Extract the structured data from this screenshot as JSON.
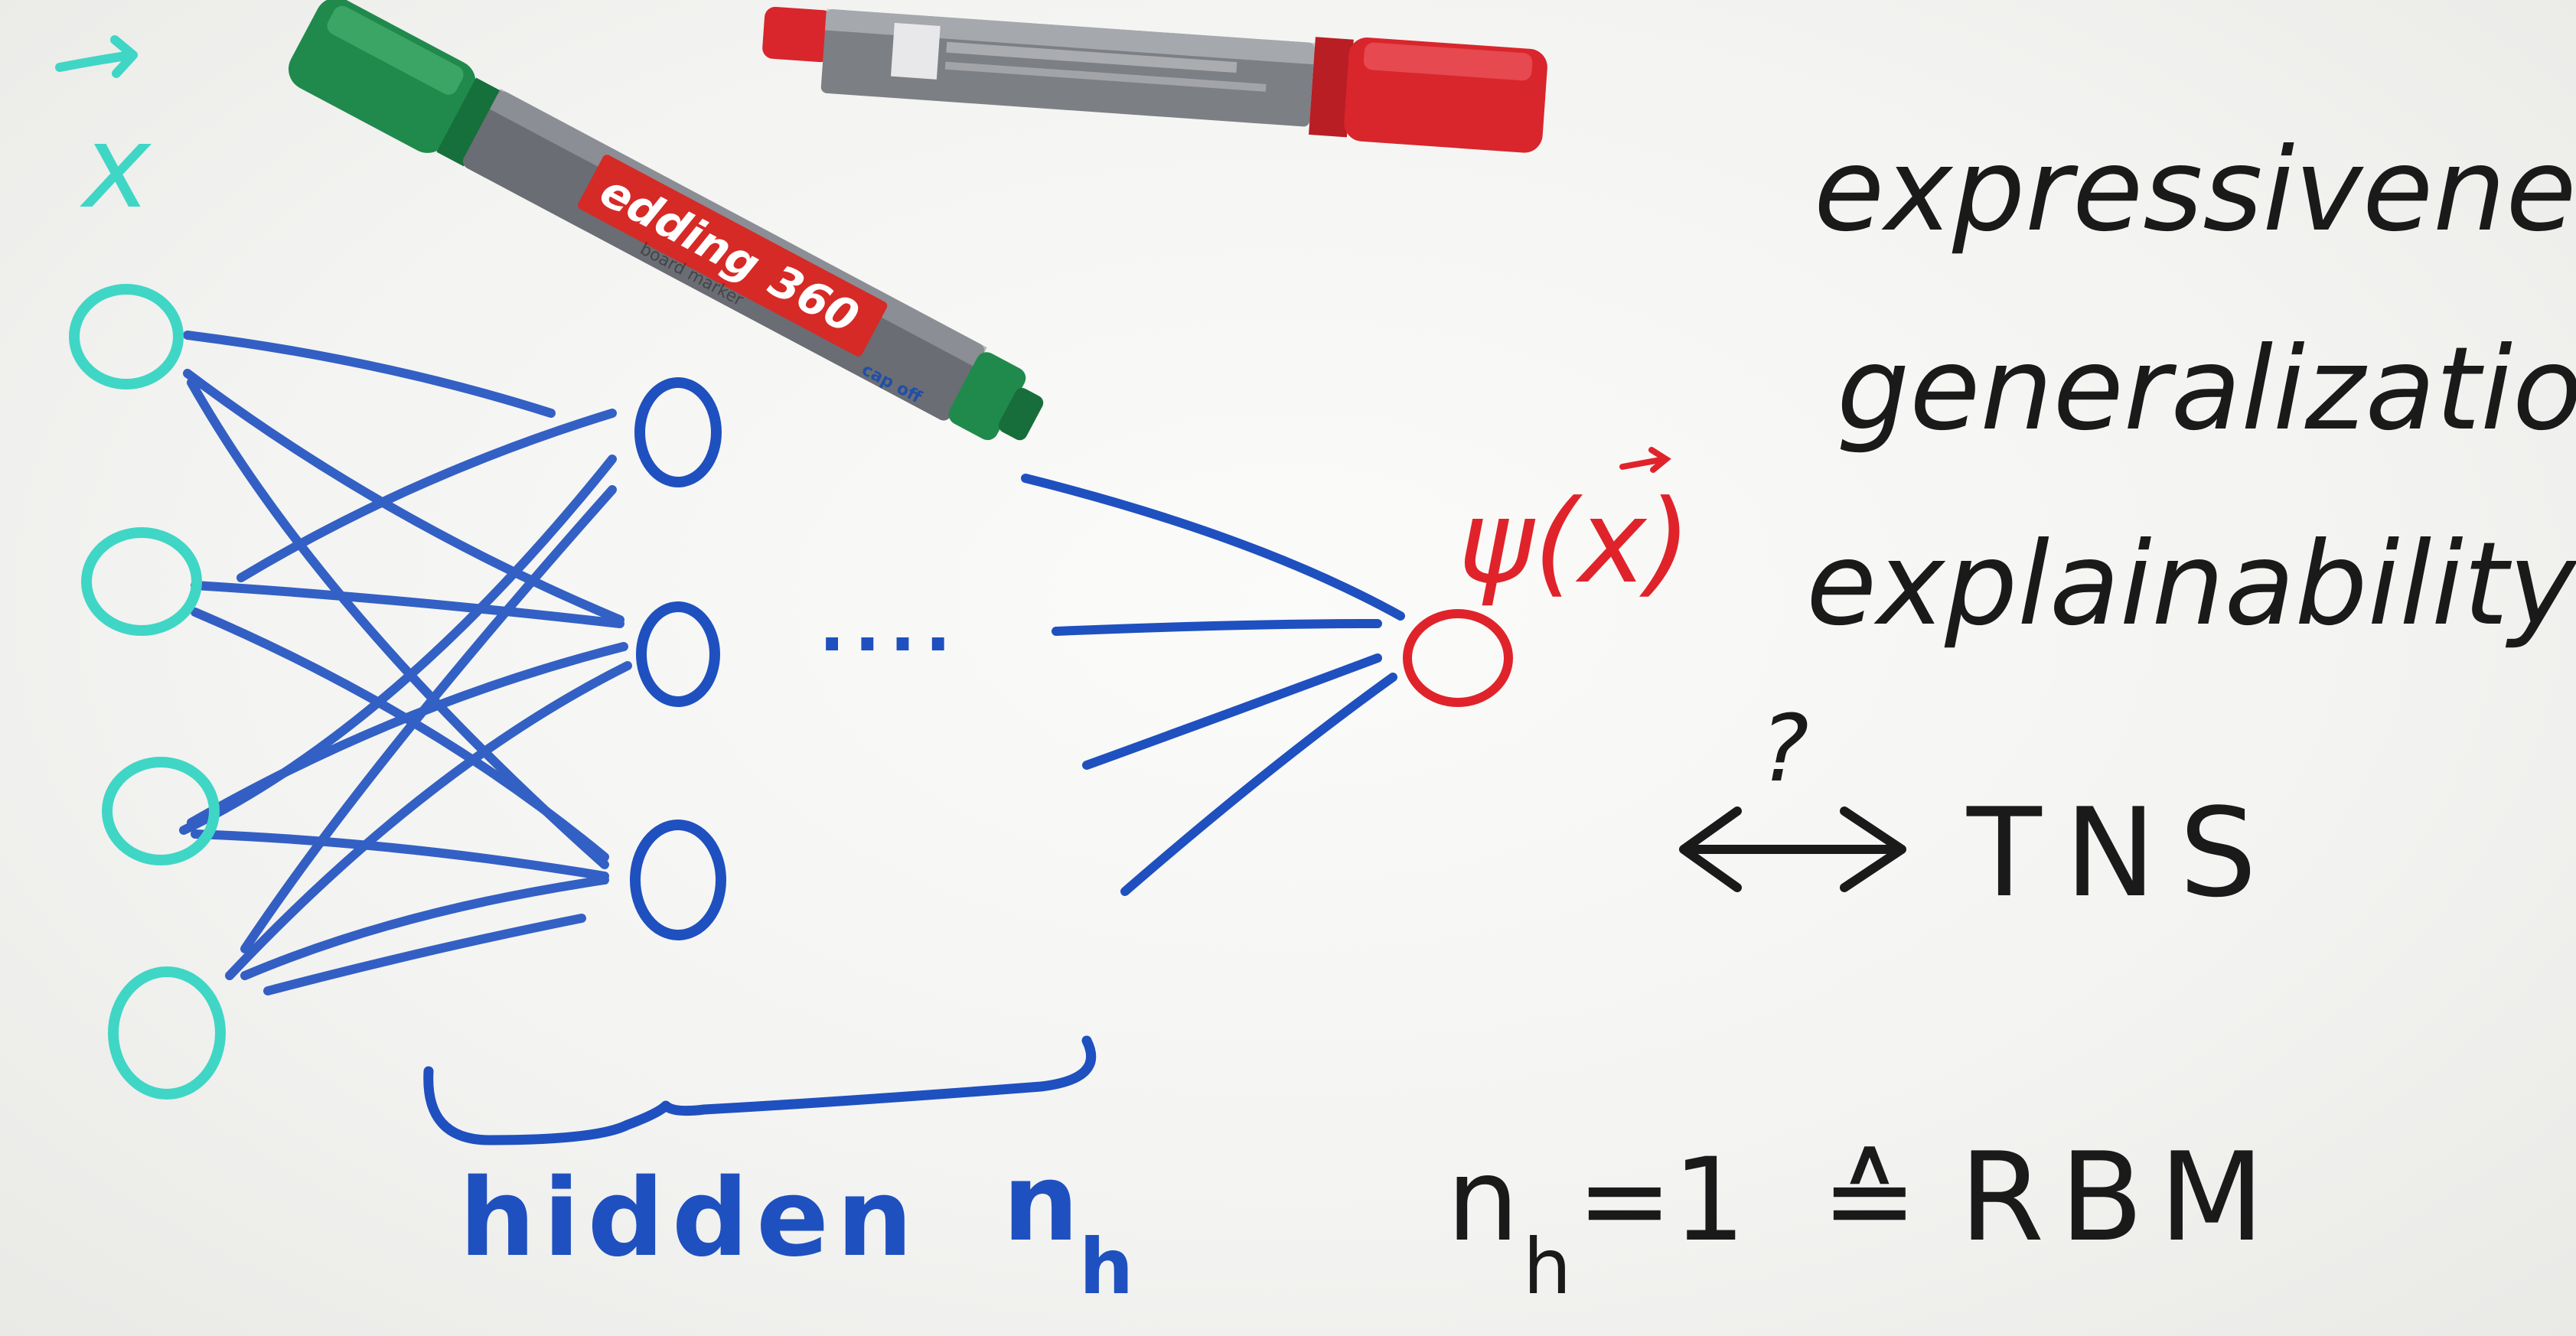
{
  "colors": {
    "board": "#f4f4f2",
    "teal": "#3fd6c6",
    "blue": "#1f50c0",
    "red": "#e0232a",
    "black": "#1a1a1a",
    "marker_green": "#1f8a4c",
    "marker_red": "#d8262c"
  },
  "labels": {
    "input_vector": "x",
    "output_function": "ψ(x)",
    "ellipsis": "....",
    "hidden_word": "hidden",
    "nh_symbol": "n",
    "nh_subscript": "h"
  },
  "notes": {
    "expressiveness": "expressiveness?",
    "generalization": "generalization?",
    "explainability": "explainability??",
    "question_mark": "?",
    "tns": "TNS",
    "rbm_lhs": "n",
    "rbm_sub": "h",
    "rbm_eq": "=1",
    "rbm_corr": "≙",
    "rbm_rhs": "RBM"
  },
  "markers": {
    "green_brand": "edding",
    "green_model": "360",
    "green_subtitle": "board marker",
    "green_cap": "cap off"
  },
  "network": {
    "input_nodes": 4,
    "hidden_nodes_shown": 3,
    "output_nodes": 1
  }
}
